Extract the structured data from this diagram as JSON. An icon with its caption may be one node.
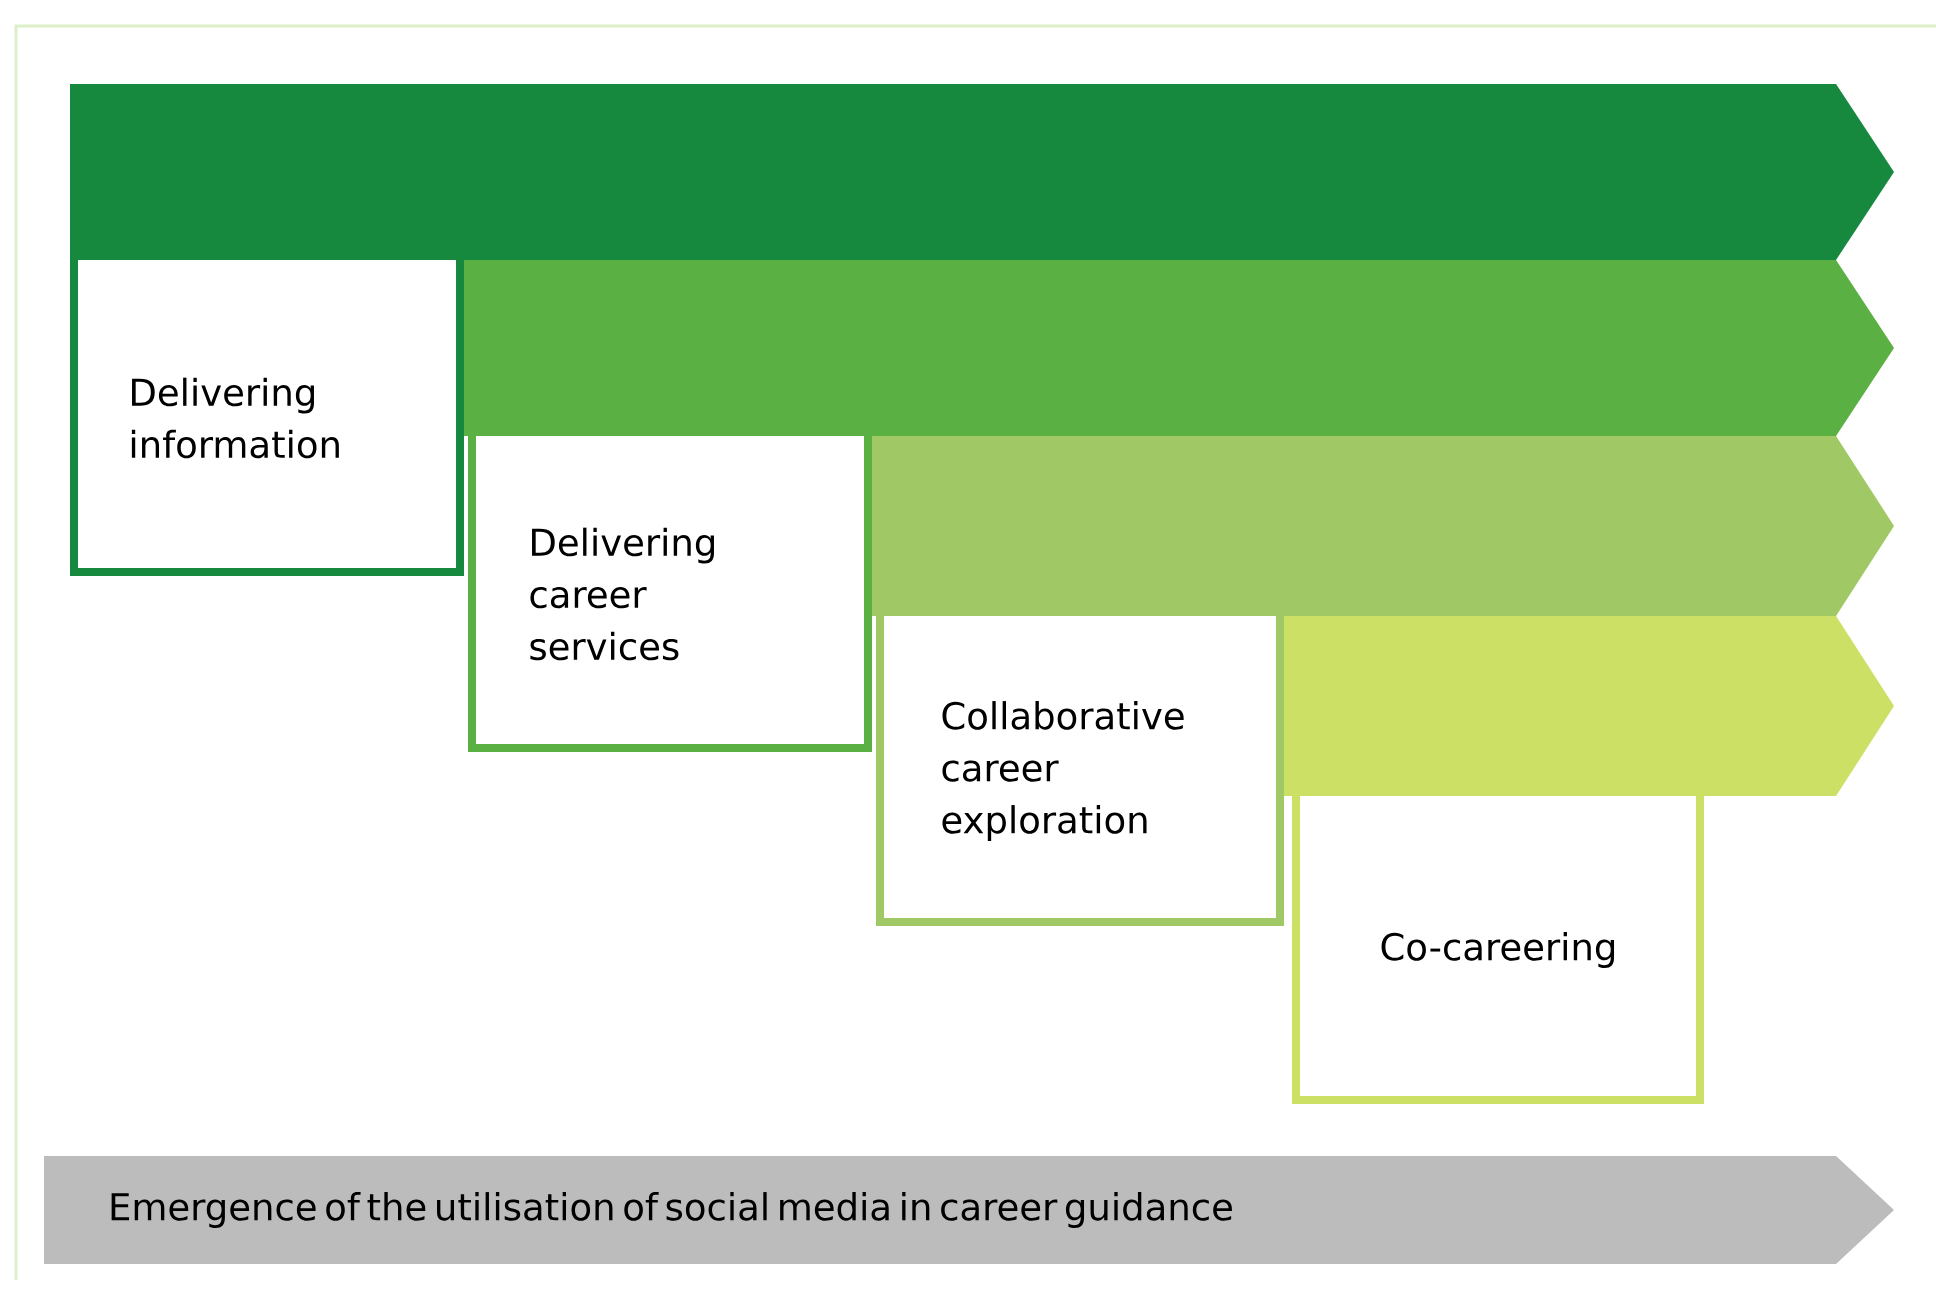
{
  "diagram": {
    "nodes": [
      {
        "text": [
          "Delivering information"
        ]
      },
      {
        "text": [
          "Delivering career services"
        ]
      },
      {
        "text": [
          "Collaborative career exploration"
        ]
      },
      {
        "text": [
          "Co-careering"
        ]
      },
      {
        "text": [
          "Emergence of the utilisation of social media in career guidance"
        ]
      }
    ]
  }
}
